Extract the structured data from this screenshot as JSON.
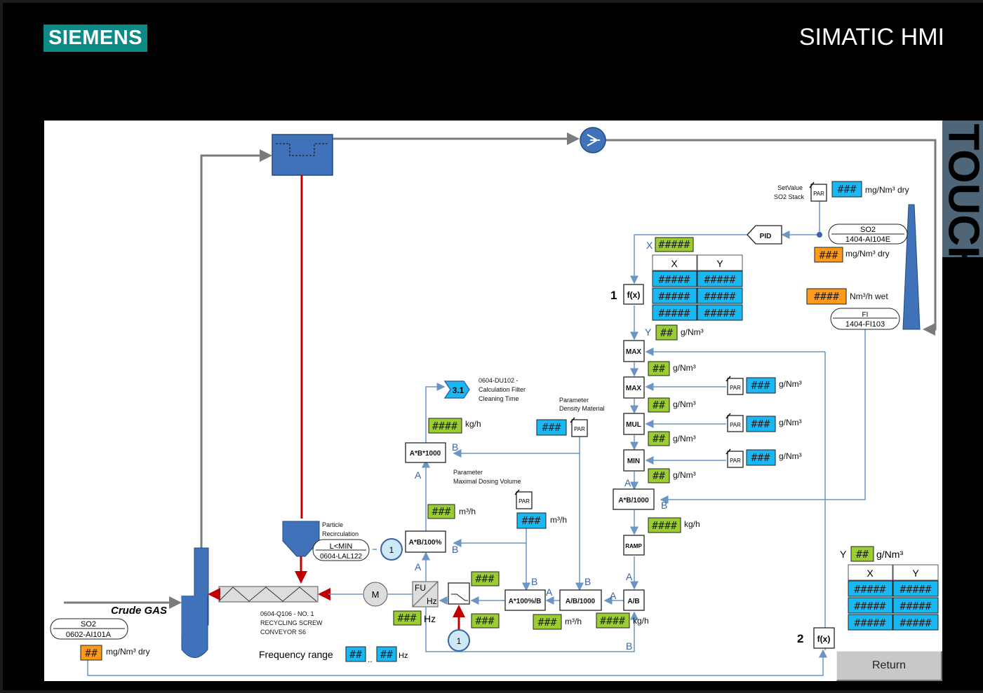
{
  "header": {
    "brand": "SIEMENS",
    "title": "SIMATIC HMI",
    "touch_label": "TOUCH"
  },
  "placeholders": {
    "h2": "##",
    "h3": "###",
    "h4": "####",
    "h5": "#####"
  },
  "colors": {
    "value_green": "#9acd32",
    "value_blue": "#19b8f2",
    "value_orange": "#ff9a1a",
    "process_blue": "#3f72b8",
    "signal_line": "#6b96c4",
    "material_red": "#c00000"
  },
  "labels": {
    "setvalue": "SetValue",
    "so2_stack": "SO2 Stack",
    "par": "PAR",
    "pid": "PID",
    "so2": "SO2",
    "tag_1404_ai104e": "1404-AI104E",
    "fi": "FI",
    "tag_1404_fi103": "1404-FI103",
    "tag_0602_ai101a": "0602-AI101A",
    "unit_mg_dry": "mg/Nm³ dry",
    "unit_nm3h_wet": "Nm³/h wet",
    "unit_g_nm3": "g/Nm³",
    "unit_kg_h": "kg/h",
    "unit_m3_h": "m³/h",
    "unit_hz": "Hz",
    "x": "X",
    "y": "Y",
    "fx": "f(x)",
    "one": "1",
    "two": "2",
    "three_one": "3.1",
    "a": "A",
    "b": "B",
    "max": "MAX",
    "mul": "MUL",
    "min": "MIN",
    "ab1000": "A*B/1000",
    "ramp": "RAMP",
    "a_div_b": "A/B",
    "a_b_1000_div": "A/B/1000",
    "a100_b": "A*100%/B",
    "ab100": "A*B/100%",
    "axb1000": "A*B*1000",
    "fu": "FU",
    "hz": "Hz",
    "m": "M",
    "lmin": "L<MIN",
    "tag_0604_lal122": "0604-LAL122",
    "particle": "Particle",
    "recirculation": "Recirculation",
    "du102_1": "0604-DU102 -",
    "du102_2": "Calculation Filter",
    "du102_3": "Cleaning Time",
    "param_density_1": "Parameter",
    "param_density_2": "Density Material",
    "param_dosing_1": "Parameter",
    "param_dosing_2": "Maximal Dosing Volume",
    "screw_1": "0604-Q106 - NO. 1",
    "screw_2": "RECYCLING SCREW",
    "screw_3": "CONVEYOR S6",
    "crude_gas": "Crude GAS",
    "freq_range": "Frequency range",
    "dots": ".."
  },
  "buttons": {
    "return": "Return"
  }
}
